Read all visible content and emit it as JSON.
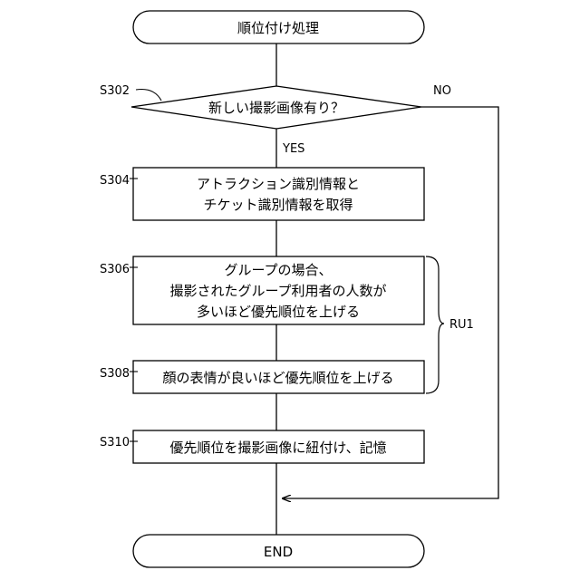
{
  "flowchart": {
    "start": "順位付け処理",
    "decision": {
      "step": "S302",
      "text": "新しい撮影画像有り？",
      "yes": "YES",
      "no": "NO"
    },
    "s304": {
      "step": "S304",
      "lines": [
        "アトラクション識別情報と",
        "チケット識別情報を取得"
      ]
    },
    "s306": {
      "step": "S306",
      "lines": [
        "グループの場合、",
        "撮影されたグループ利用者の人数が",
        "多いほど優先順位を上げる"
      ]
    },
    "s308": {
      "step": "S308",
      "text": "顔の表情が良いほど優先順位を上げる"
    },
    "s310": {
      "step": "S310",
      "text": "優先順位を撮影画像に紐付け、記憶"
    },
    "group_label": "RU1",
    "end": "END"
  }
}
